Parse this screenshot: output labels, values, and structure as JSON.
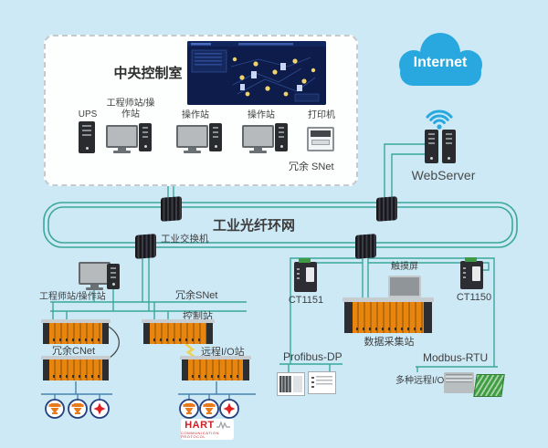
{
  "colors": {
    "background": "#cde9f6",
    "network_line": "#3aa79c",
    "instrument_line": "#4584ad",
    "cloud_blue": "#29a8e0",
    "rack_orange": "#e8850f",
    "hart_red": "#cc2027"
  },
  "control_room": {
    "title": "中央控制室",
    "ups_label": "UPS",
    "ws1_label": "工程师站/操作站",
    "ws2_label": "操作站",
    "ws3_label": "操作站",
    "printer_label": "打印机",
    "snet_label": "冗余 SNet"
  },
  "internet": {
    "label": "Internet"
  },
  "webserver": {
    "label": "WebServer"
  },
  "ring": {
    "label": "工业光纤环网",
    "switch_label": "工业交换机"
  },
  "left": {
    "station_label": "工程师站/操作站",
    "snet_label": "冗余SNet",
    "control_station_label": "控制站",
    "cnet_label": "冗余CNet",
    "remote_io_label": "远程I/O站"
  },
  "right": {
    "ct1151_label": "CT1151",
    "ct1150_label": "CT1150",
    "touchscreen_label": "触摸屏",
    "daq_label": "数据采集站",
    "profibus_label": "Profibus-DP",
    "modbus_label": "Modbus-RTU",
    "multi_io_label": "多种远程I/O"
  },
  "hart": {
    "name": "HART",
    "subtitle": "COMMUNICATION PROTOCOL"
  }
}
